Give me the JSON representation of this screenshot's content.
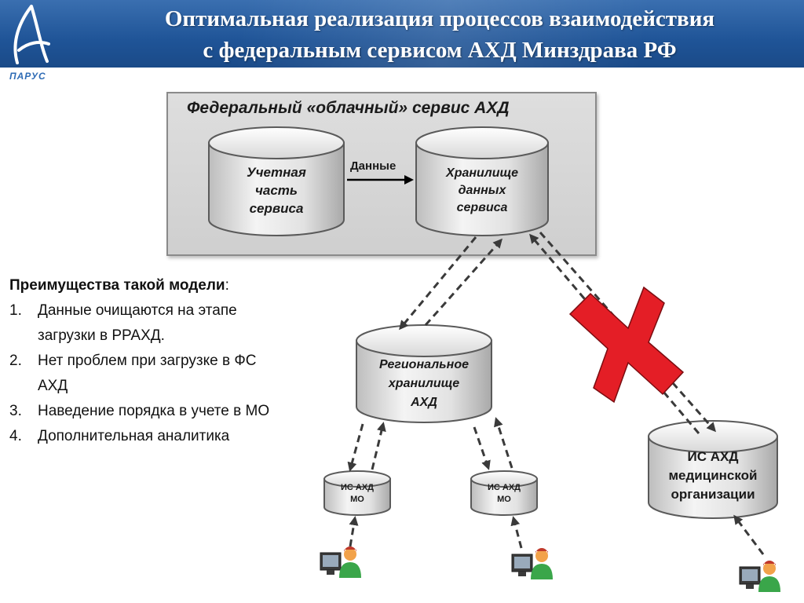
{
  "header": {
    "title_line1": "Оптимальная реализация процессов взаимодействия",
    "title_line2": "с федеральным сервисом АХД Минздрава РФ",
    "logo_label": "ПАРУС",
    "background": "#1f5497"
  },
  "cloud_service": {
    "title": "Федеральный «облачный» сервис АХД",
    "account_db": [
      "Учетная",
      "часть",
      "сервиса"
    ],
    "data_arrow_label": "Данные",
    "storage_db": [
      "Хранилище",
      "данных",
      "сервиса"
    ]
  },
  "regional_db": [
    "Региональное",
    "хранилище",
    "АХД"
  ],
  "mo_systems": [
    {
      "line1": "ИС АХД",
      "line2": "МО"
    },
    {
      "line1": "ИС АХД",
      "line2": "МО"
    }
  ],
  "medical_org_db": [
    "ИС АХД",
    "медицинской",
    "организации"
  ],
  "advantages": {
    "title": "Преимущества такой модели",
    "title_suffix": ":",
    "items": [
      {
        "num": "1.",
        "line1": "Данные очищаются на этапе",
        "line2": "загрузки в РРАХД."
      },
      {
        "num": "2.",
        "line1": "Нет проблем при загрузке в ФС",
        "line2": "АХД"
      },
      {
        "num": "3.",
        "line1": "Наведение порядка в учете в МО",
        "line2": ""
      },
      {
        "num": "4.",
        "line1": "Дополнительная аналитика",
        "line2": ""
      }
    ]
  },
  "colors": {
    "cross": "#e41e26",
    "user_shirt": "#3aa64a",
    "user_skin": "#f2a24a",
    "user_hair": "#c0392b"
  },
  "icons": {
    "cross": "red-cross-icon",
    "user": "user-at-computer-icon"
  }
}
